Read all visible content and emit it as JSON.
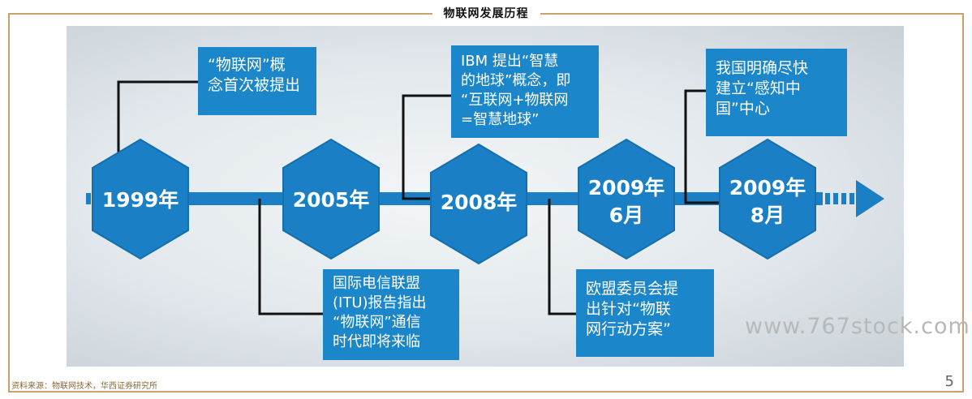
{
  "title": "物联网发展历程",
  "source": "资料来源：物联网技术，华西证券研究所",
  "page_number": "5",
  "watermark": "www.767stock.com",
  "colors": {
    "accent_blue": "#1b86c9",
    "hex_blue": "#1a7fc4",
    "frame_gold": "#c9a36a"
  },
  "milestones": [
    {
      "label_lines": [
        "1999年"
      ],
      "note_lines": [
        "“物联网”概",
        "念首次被提出"
      ]
    },
    {
      "label_lines": [
        "2005年"
      ],
      "note_lines": [
        "国际电信联盟",
        "(ITU)报告指出",
        "“物联网”通信",
        "时代即将来临"
      ]
    },
    {
      "label_lines": [
        "2008年"
      ],
      "note_lines": [
        "IBM 提出“智慧",
        "的地球”概念，即",
        "“互联网+物联网",
        "=智慧地球”"
      ]
    },
    {
      "label_lines": [
        "2009年",
        "6月"
      ],
      "note_lines": [
        "欧盟委员会提",
        "出针对“物联",
        "网行动方案”"
      ]
    },
    {
      "label_lines": [
        "2009年",
        "8月"
      ],
      "note_lines": [
        "我国明确尽快",
        "建立“感知中",
        "国”中心"
      ]
    }
  ]
}
